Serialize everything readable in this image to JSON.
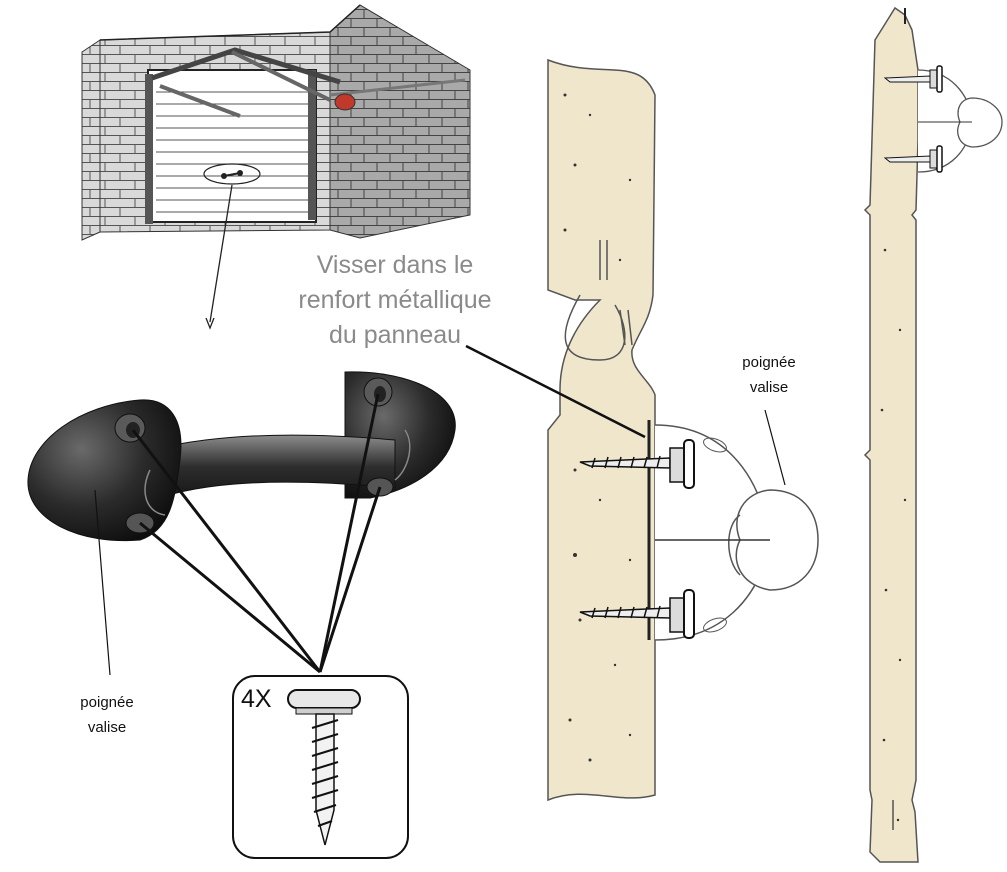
{
  "labels": {
    "instruction_line1": "Visser dans le",
    "instruction_line2": "renfort métallique",
    "instruction_line3": "du panneau",
    "handle_left_line1": "poignée",
    "handle_left_line2": "valise",
    "handle_right_line1": "poignée",
    "handle_right_line2": "valise",
    "screw_quantity": "4X"
  },
  "colors": {
    "panel_fill": "#efe6cc",
    "handle_dark": "#2b2b2b",
    "wall": "#d9d9d9",
    "line": "#111111",
    "instruction_text": "#8a8a8a"
  },
  "icons": {
    "garage": "garage-door-icon",
    "handle": "suitcase-handle-icon",
    "screw": "screw-icon"
  }
}
